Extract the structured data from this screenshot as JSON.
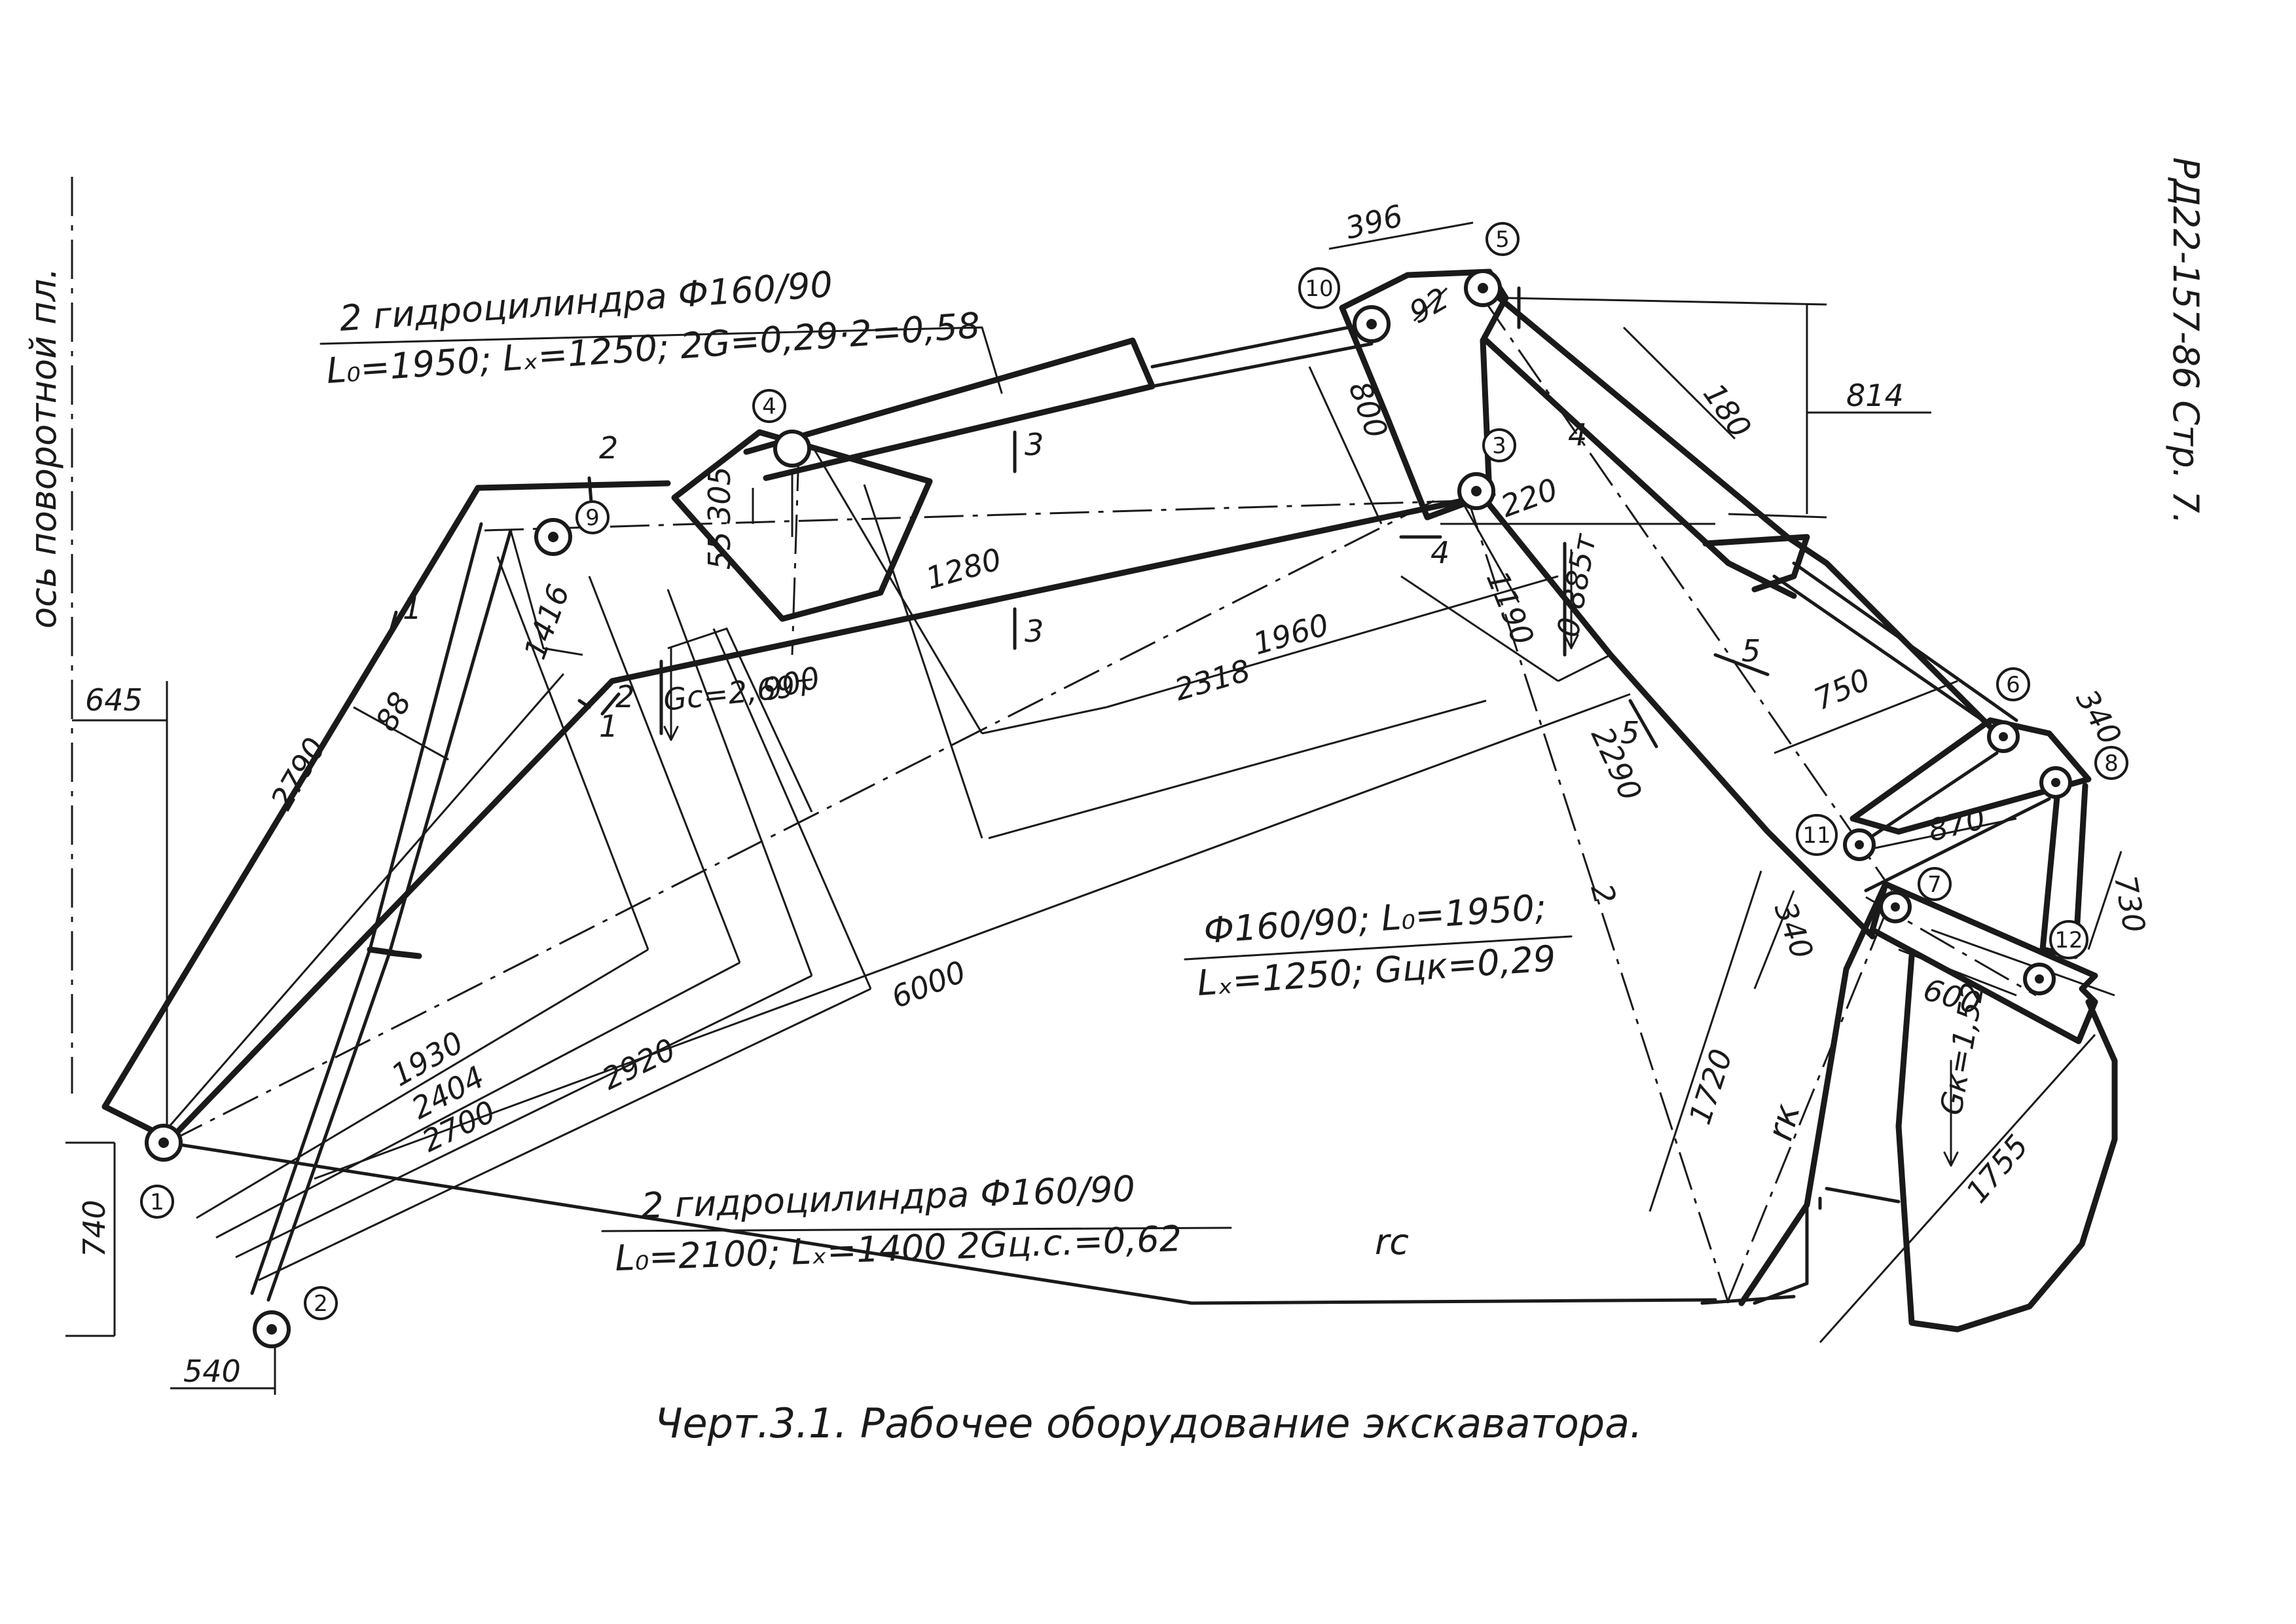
{
  "document": {
    "doc_code": "РД22-157-86 Стр. 7.",
    "axis_label": "ось поворотной пл.",
    "caption": "Черт.3.1. Рабочее оборудование экскаватора."
  },
  "notes": {
    "boom_cyl_line1": "2 гидроцилиндра Ф160/90",
    "boom_cyl_line2": "L₀=2100; Lₓ=1400  2Gц.с.=0,62",
    "stick_cyl_line1": "2 гидроцилиндра Ф160/90",
    "stick_cyl_line2": "L₀=1950; Lₓ=1250; 2G=0,29·2=0,58",
    "bucket_cyl_line1": "Ф160/90; L₀=1950;",
    "bucket_cyl_line2": "Lₓ=1250; Gцк=0,29",
    "weight_boom": "Gс=2,69т",
    "weight_stick": "0,885т",
    "weight_bucket": "Gк=1,52",
    "radius_c": "rс",
    "radius_k": "rк"
  },
  "nodes": [
    {
      "id": "1"
    },
    {
      "id": "2"
    },
    {
      "id": "3"
    },
    {
      "id": "4"
    },
    {
      "id": "5"
    },
    {
      "id": "6"
    },
    {
      "id": "7"
    },
    {
      "id": "8"
    },
    {
      "id": "9"
    },
    {
      "id": "10"
    },
    {
      "id": "11"
    },
    {
      "id": "12"
    }
  ],
  "dimensions": {
    "d645": "645",
    "d740": "740",
    "d540": "540",
    "d2790": "2790",
    "d88": "88",
    "d1416": "1416",
    "d1930": "1930",
    "d2404": "2404",
    "d2700": "2700",
    "d2920": "2920",
    "d6000": "6000",
    "d900": "900",
    "d1280": "1280",
    "d305": "305",
    "d55": "55",
    "d1960": "1960",
    "d2318": "2318",
    "d800": "800",
    "d396": "396",
    "d92": "92",
    "d814": "814",
    "d180": "180",
    "d220": "220",
    "d1190": "1190",
    "d2290": "2290",
    "d750": "750",
    "d870": "870",
    "d340a": "340",
    "d340b": "340",
    "d730": "730",
    "d600": "600",
    "d1720": "1720",
    "d1755": "1755",
    "d2": "2"
  },
  "section_marks": {
    "s1a": "1",
    "s1b": "1",
    "s2a": "2",
    "s2b": "2",
    "s3a": "3",
    "s3b": "3",
    "s4a": "4",
    "s4b": "4",
    "s5a": "5",
    "s5b": "5"
  }
}
